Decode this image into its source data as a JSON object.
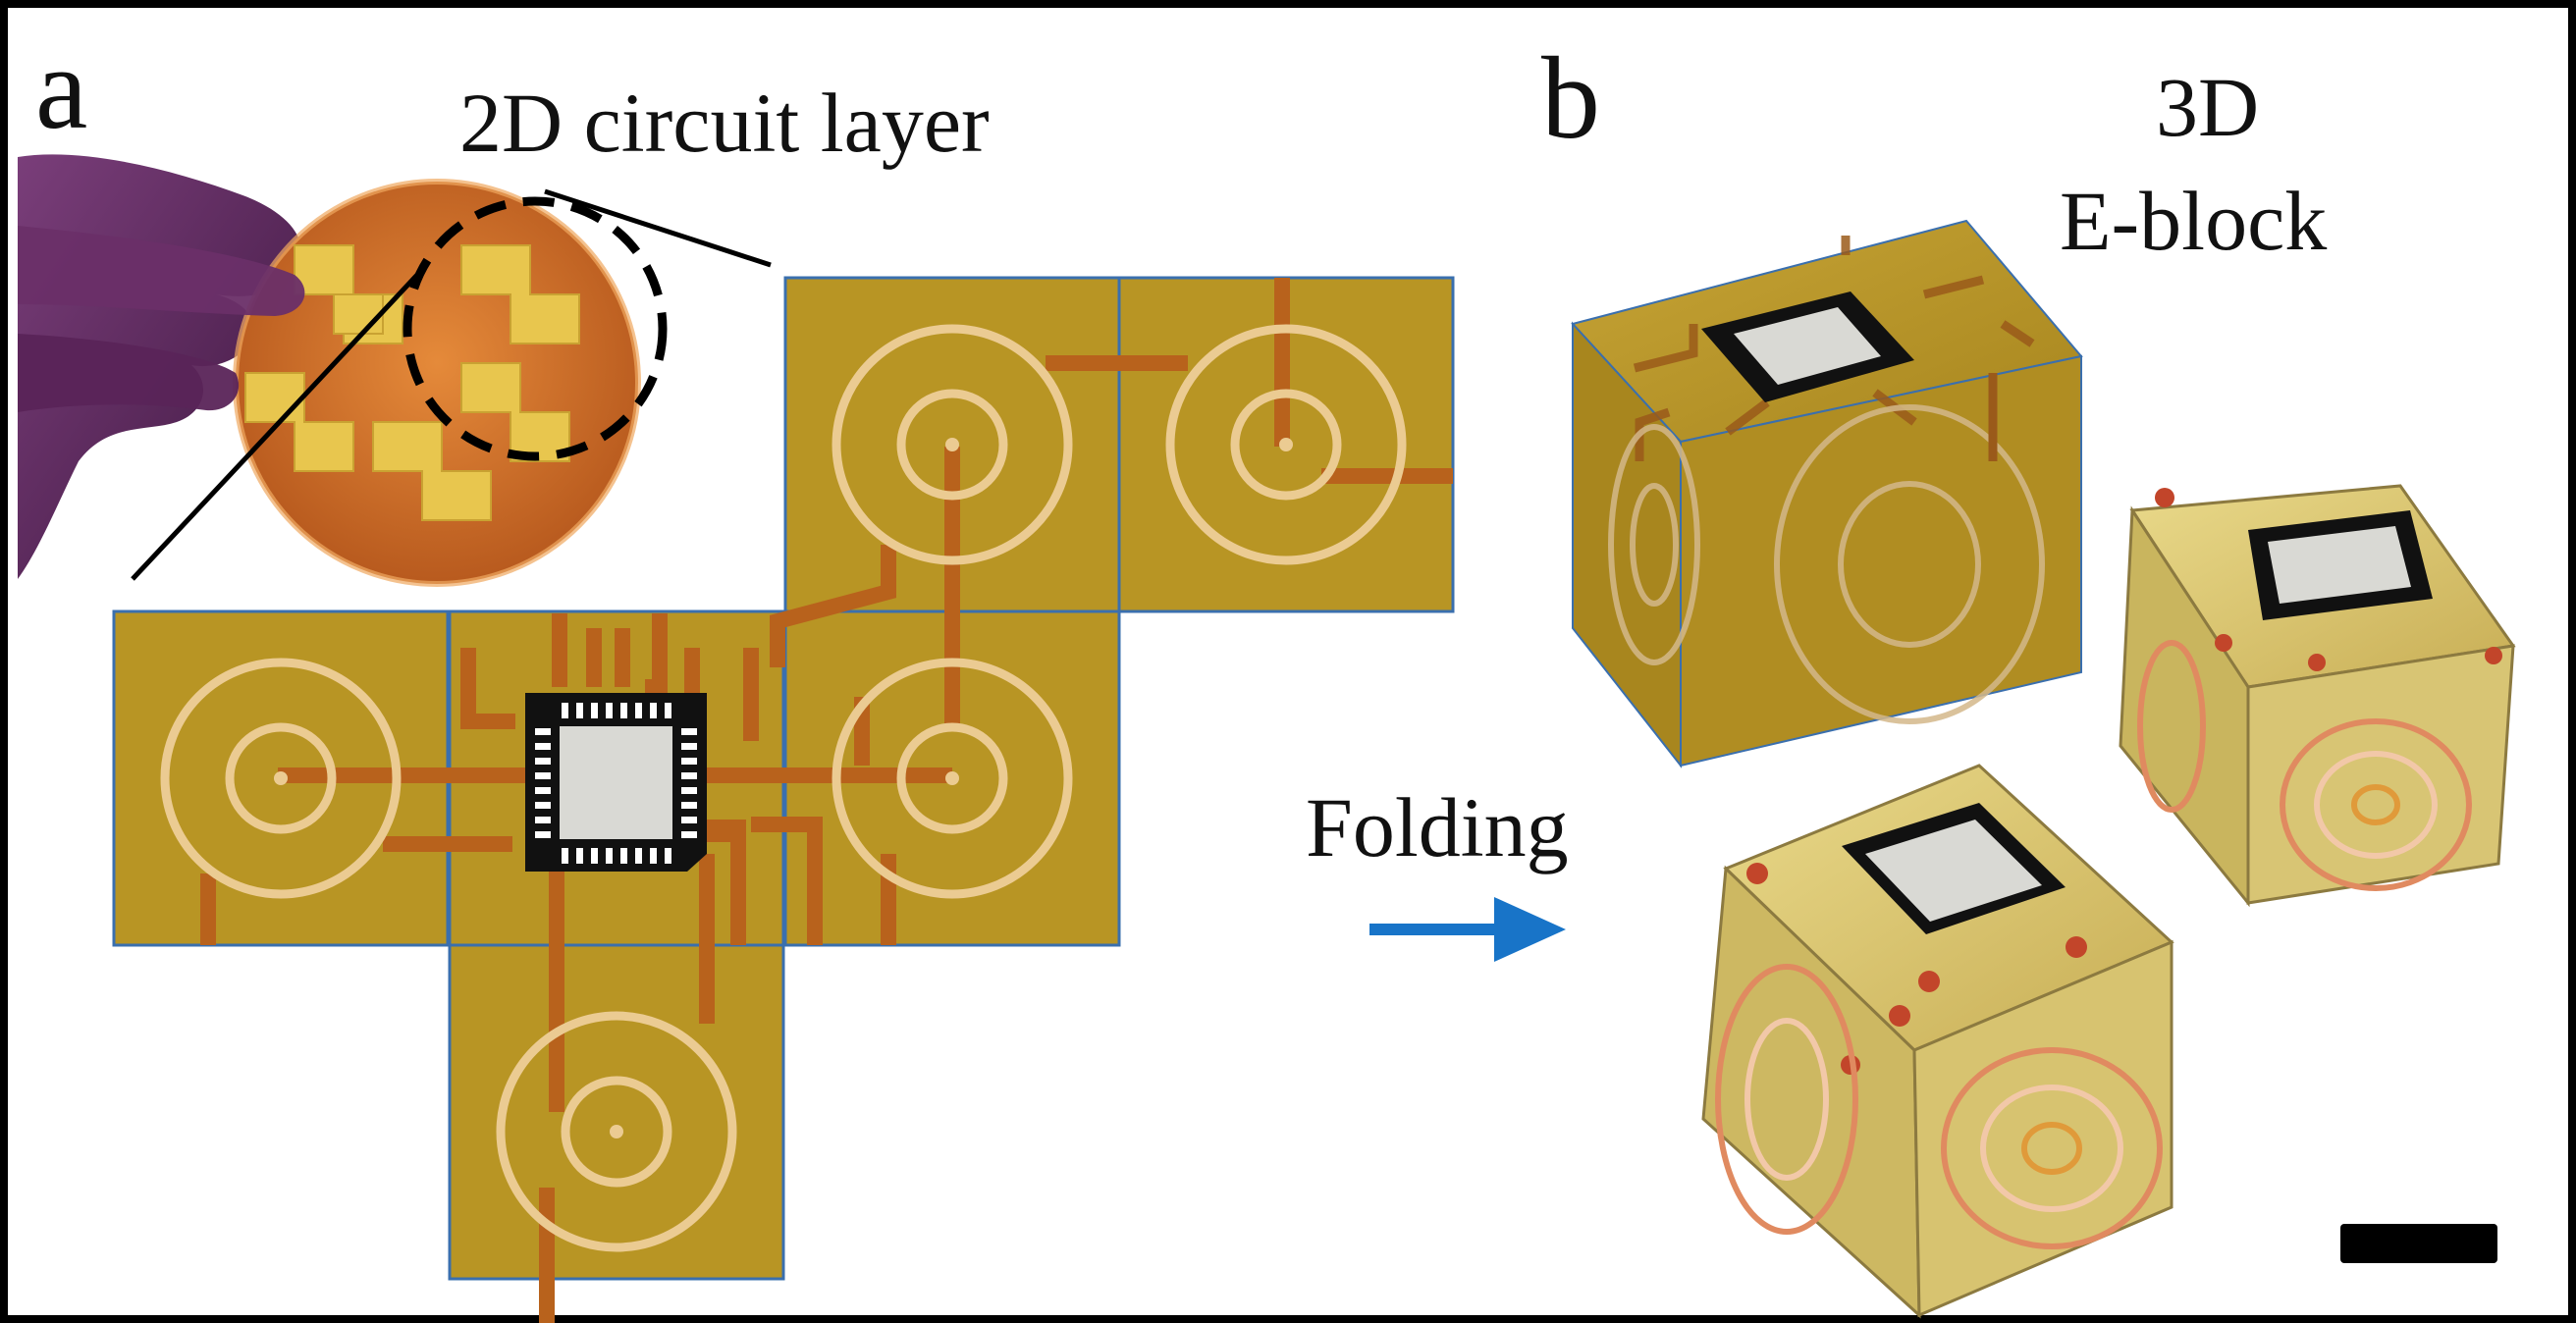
{
  "panel_a": {
    "letter": "a",
    "title": "2D circuit layer"
  },
  "panel_b": {
    "letter": "b",
    "title_line1": "3D",
    "title_line2": "E-block",
    "arrow_label": "Folding"
  },
  "colors": {
    "pad_gold": "#B89524",
    "pad_border": "#3a6fae",
    "trace_copper": "#B8621C",
    "ring_cream": "#EBCB92",
    "chip_black": "#111111",
    "chip_die": "#D9D9D4",
    "arrow_blue": "#1874C8",
    "glove_purple": "#5E2A5E",
    "wafer_copper": "#D07A2E",
    "scale_bar": "#000000"
  },
  "icons": [
    "chip-icon",
    "arrow-right-icon"
  ]
}
